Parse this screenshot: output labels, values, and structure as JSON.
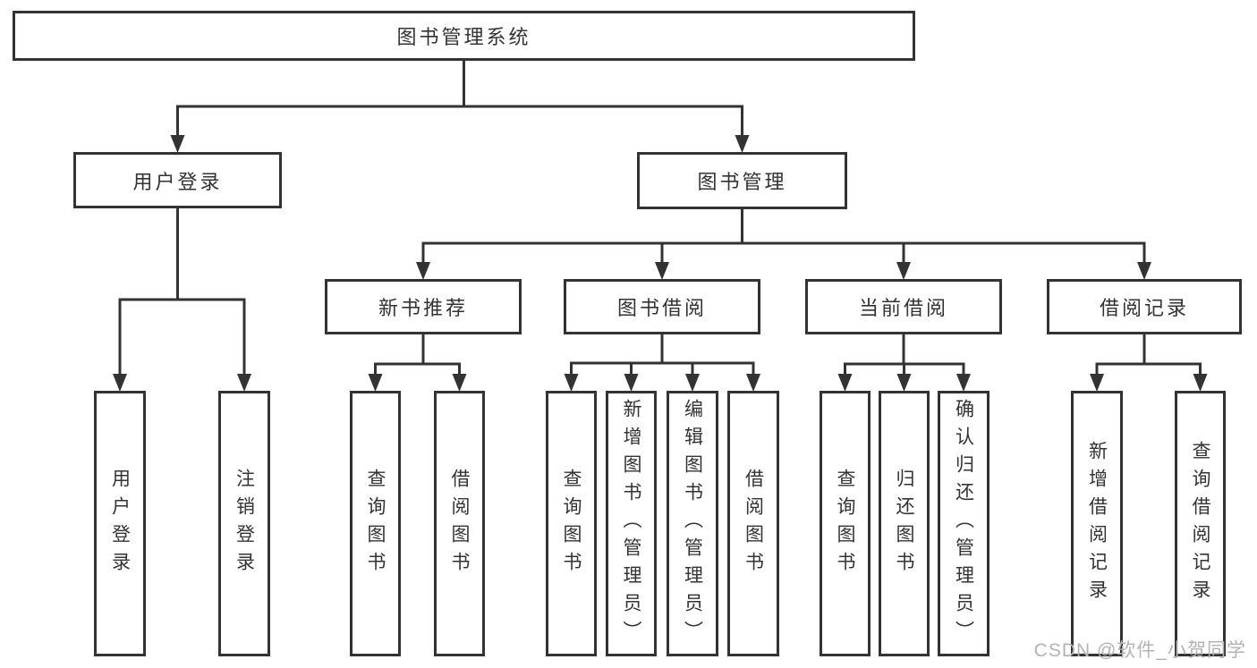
{
  "diagram": {
    "line_color": "#333333",
    "text_color": "#333333",
    "background_color": "#ffffff",
    "nodes": [
      {
        "id": "root",
        "label": "图书管理系统",
        "parent": null
      },
      {
        "id": "user-login",
        "label": "用户登录",
        "parent": "root"
      },
      {
        "id": "book-mgmt",
        "label": "图书管理",
        "parent": "root"
      },
      {
        "id": "new-book-rec",
        "label": "新书推荐",
        "parent": "book-mgmt"
      },
      {
        "id": "book-borrow",
        "label": "图书借阅",
        "parent": "book-mgmt"
      },
      {
        "id": "current-borrow",
        "label": "当前借阅",
        "parent": "book-mgmt"
      },
      {
        "id": "borrow-records",
        "label": "借阅记录",
        "parent": "book-mgmt"
      },
      {
        "id": "leaf-user-login",
        "label": "用户登录",
        "parent": "user-login"
      },
      {
        "id": "leaf-logout",
        "label": "注销登录",
        "parent": "user-login"
      },
      {
        "id": "leaf-query-book-rec",
        "label": "查询图书",
        "parent": "new-book-rec"
      },
      {
        "id": "leaf-borrow-book-rec",
        "label": "借阅图书",
        "parent": "new-book-rec"
      },
      {
        "id": "leaf-query-book-borrow",
        "label": "查询图书",
        "parent": "book-borrow"
      },
      {
        "id": "leaf-add-book-admin",
        "label": "新增图书（管理员）",
        "parent": "book-borrow"
      },
      {
        "id": "leaf-edit-book-admin",
        "label": "编辑图书（管理员）",
        "parent": "book-borrow"
      },
      {
        "id": "leaf-borrow-book",
        "label": "借阅图书",
        "parent": "book-borrow"
      },
      {
        "id": "leaf-query-book-current",
        "label": "查询图书",
        "parent": "current-borrow"
      },
      {
        "id": "leaf-return-book",
        "label": "归还图书",
        "parent": "current-borrow"
      },
      {
        "id": "leaf-confirm-return-admin",
        "label": "确认归还（管理员）",
        "parent": "current-borrow"
      },
      {
        "id": "leaf-add-borrow-record",
        "label": "新增借阅记录",
        "parent": "borrow-records"
      },
      {
        "id": "leaf-query-borrow-record",
        "label": "查询借阅记录",
        "parent": "borrow-records"
      }
    ]
  },
  "watermark": {
    "text": "CSDN @软件_小贺同学",
    "color": "#b3b3b3"
  }
}
